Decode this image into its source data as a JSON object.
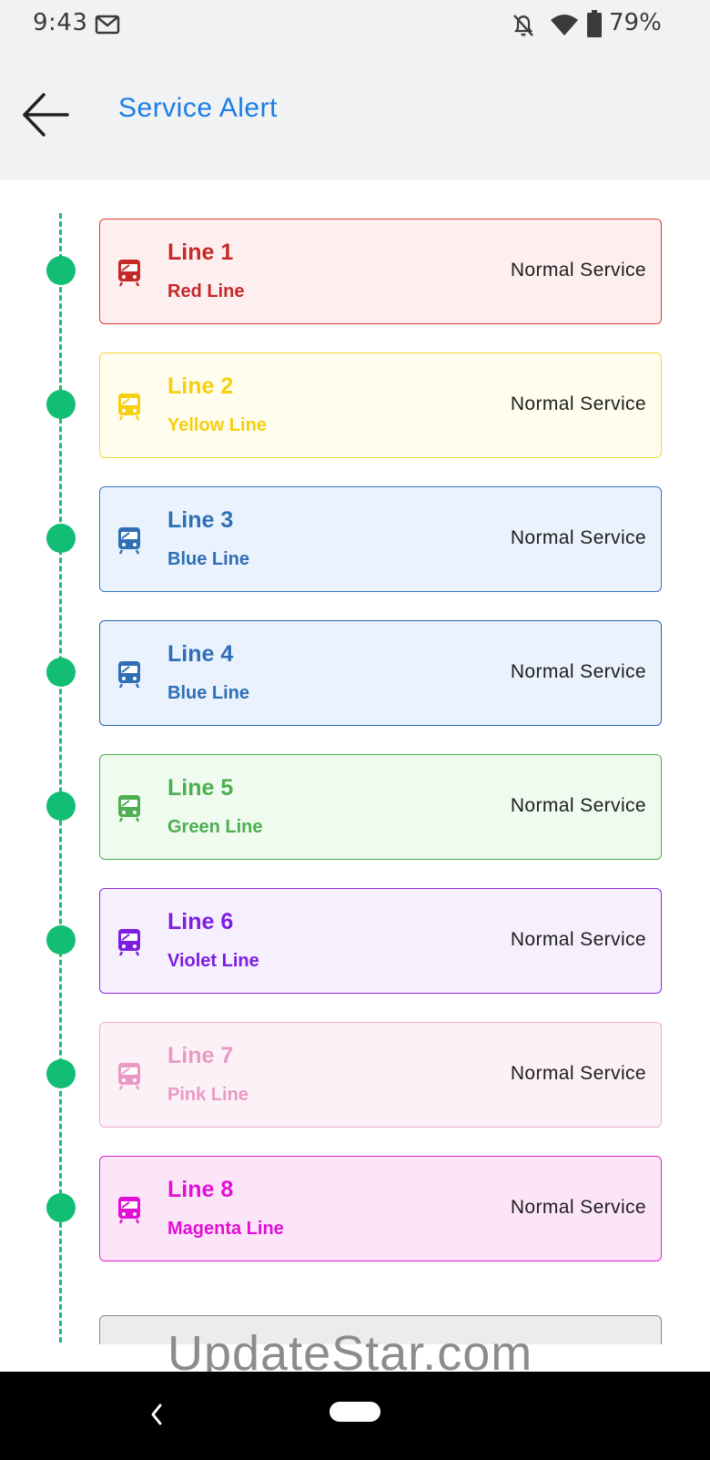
{
  "status_bar": {
    "time": "9:43",
    "battery": "79%"
  },
  "app_bar": {
    "title": "Service Alert"
  },
  "lines": [
    {
      "name": "Line 1",
      "color_name": "Red Line",
      "status": "Normal Service",
      "accent": "#c62828",
      "bg": "#fdeff0",
      "border": "#e53935"
    },
    {
      "name": "Line 2",
      "color_name": "Yellow Line",
      "status": "Normal Service",
      "accent": "#f6cf0e",
      "bg": "#fffdee",
      "border": "#f3d83c"
    },
    {
      "name": "Line 3",
      "color_name": "Blue Line",
      "status": "Normal Service",
      "accent": "#2f6fb5",
      "bg": "#eaf2fd",
      "border": "#3a76c2"
    },
    {
      "name": "Line 4",
      "color_name": "Blue Line",
      "status": "Normal Service",
      "accent": "#2f6fb5",
      "bg": "#eaf2fd",
      "border": "#2563a8"
    },
    {
      "name": "Line 5",
      "color_name": "Green Line",
      "status": "Normal Service",
      "accent": "#4caf50",
      "bg": "#effbef",
      "border": "#4caf50"
    },
    {
      "name": "Line 6",
      "color_name": "Violet Line",
      "status": "Normal Service",
      "accent": "#7b1fe0",
      "bg": "#f6effd",
      "border": "#8a2be2"
    },
    {
      "name": "Line 7",
      "color_name": "Pink Line",
      "status": "Normal Service",
      "accent": "#e89ac4",
      "bg": "#fdf1f8",
      "border": "#eeaacf"
    },
    {
      "name": "Line 8",
      "color_name": "Magenta Line",
      "status": "Normal Service",
      "accent": "#e010d5",
      "bg": "#fde5f9",
      "border": "#e020d0"
    }
  ],
  "watermark": "UpdateStar.com",
  "colors": {
    "timeline": "#12bd74",
    "title": "#1a7ee6"
  },
  "icons": {
    "back": "arrow-left-icon",
    "train": "train-icon",
    "mail": "mail-icon",
    "bell_off": "bell-off-icon",
    "wifi": "wifi-icon",
    "battery": "battery-icon"
  }
}
